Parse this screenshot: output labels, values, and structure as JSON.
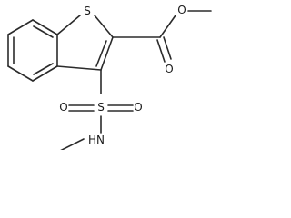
{
  "molecule": {
    "atoms": {
      "S1": "S",
      "O_carbonyl": "O",
      "O_ester": "O",
      "S_sulfonyl": "S",
      "O_sulfonyl_left": "O",
      "O_sulfonyl_right": "O",
      "N_amide": "HN"
    },
    "colors": {
      "bond": "#2b2b2b",
      "label": "#1a1a1a",
      "background": "#ffffff"
    }
  }
}
